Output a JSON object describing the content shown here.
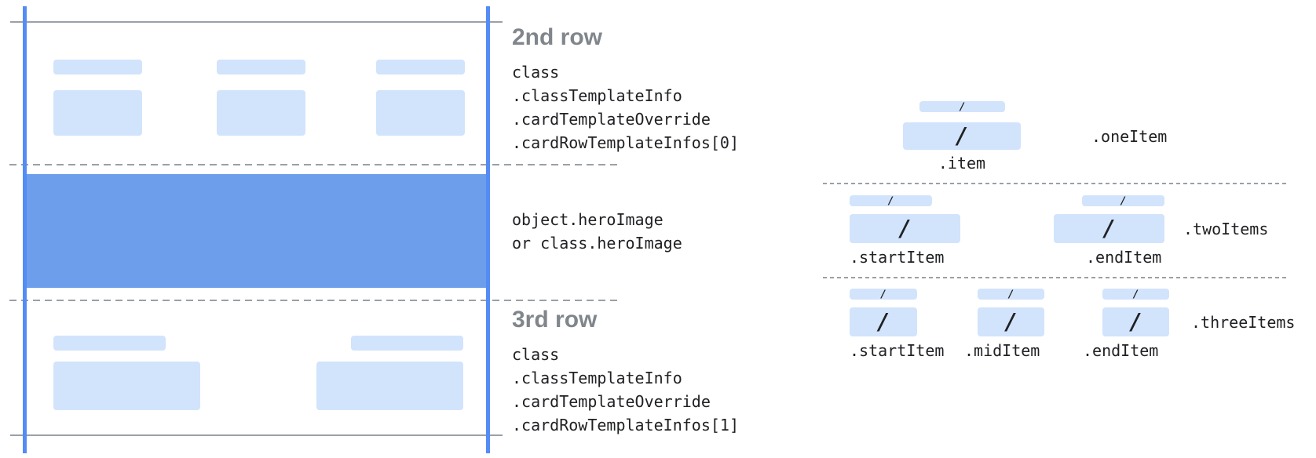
{
  "colors": {
    "accent_line_blue": "#548bf4",
    "hero_blue": "#6d9eeb",
    "placeholder_blue": "#d2e3fc",
    "divider_gray": "#9aa0a6",
    "heading_gray": "#80868b",
    "code_text": "#202124"
  },
  "card": {
    "row2": {
      "title": "2nd row",
      "lines": [
        "class",
        ".classTemplateInfo",
        ".cardTemplateOverride",
        ".cardRowTemplateInfos[0]"
      ]
    },
    "hero": {
      "lines": [
        "object.heroImage",
        "or class.heroImage"
      ]
    },
    "row3": {
      "title": "3rd row",
      "lines": [
        "class",
        ".classTemplateInfo",
        ".cardTemplateOverride",
        ".cardRowTemplateInfos[1]"
      ]
    }
  },
  "diagram": {
    "slash": "/",
    "one": {
      "side": ".oneItem",
      "labels": [
        ".item"
      ]
    },
    "two": {
      "side": ".twoItems",
      "labels": [
        ".startItem",
        ".endItem"
      ]
    },
    "three": {
      "side": ".threeItems",
      "labels": [
        ".startItem",
        ".midItem",
        ".endItem"
      ]
    }
  }
}
